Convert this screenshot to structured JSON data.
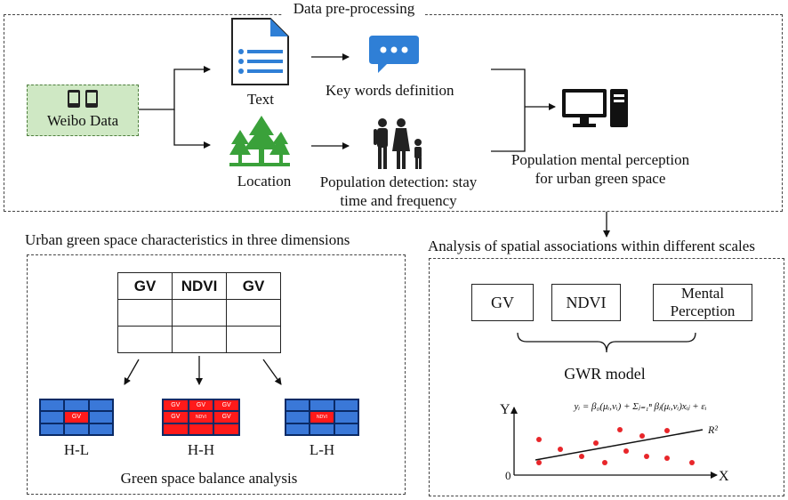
{
  "top": {
    "title": "Data pre-processing",
    "weibo_label": "Weibo Data",
    "text_label": "Text",
    "location_label": "Location",
    "keywords_label": "Key words definition",
    "population_line1": "Population detection: stay",
    "population_line2": "time and frequency",
    "perception_line1": "Population mental perception",
    "perception_line2": "for urban green space"
  },
  "left": {
    "title": "Urban green space characteristics in three dimensions",
    "table_headers": [
      "GV",
      "NDVI",
      "GV"
    ],
    "grids": [
      {
        "label": "H-L",
        "center_text": "GV"
      },
      {
        "label": "H-H",
        "cells": [
          "GV",
          "GV",
          "GV",
          "GV",
          "NDVI",
          "GV"
        ]
      },
      {
        "label": "L-H",
        "center_text": "NDVI"
      }
    ],
    "footer": "Green space balance analysis"
  },
  "right": {
    "title": "Analysis of spatial associations within different scales",
    "boxes": [
      "GV",
      "NDVI",
      "Mental Perception"
    ],
    "model_label": "GWR model",
    "formula": "yᵢ = β₀(μᵢ,νᵢ) + Σⱼ₌₁ⁿ βⱼ(μᵢ,νᵢ)xᵢⱼ + εᵢ",
    "r2": "R²",
    "axis_y": "Y",
    "axis_x": "X",
    "origin": "0"
  },
  "colors": {
    "weibo_fill": "#cfe8c4",
    "weibo_border": "#6aa84f",
    "tree_green": "#3aa13a",
    "icon_blue": "#2f7fd6",
    "grid_blue": "#3a78d8",
    "grid_red": "#ff1a1a",
    "point_red": "#e8262a"
  }
}
